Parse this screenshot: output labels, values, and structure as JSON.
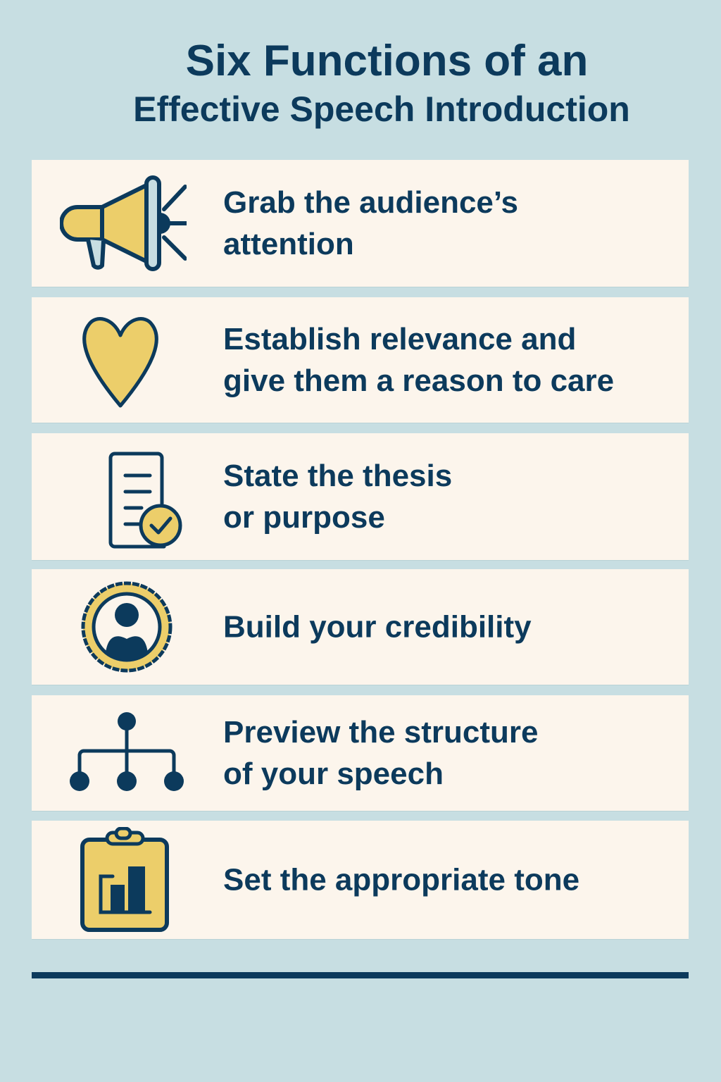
{
  "title": {
    "line1": "Six Functions of an",
    "line2": "Effective Speech Introduction"
  },
  "colors": {
    "background": "#c7dee2",
    "card": "#fcf5ec",
    "navy": "#0c3a5c",
    "gold": "#ecce6a"
  },
  "functions": [
    {
      "icon": "megaphone-icon",
      "label": "Grab the audience’s\nattention"
    },
    {
      "icon": "heart-icon",
      "label": "Establish relevance and\ngive them a reason to care"
    },
    {
      "icon": "document-check-icon",
      "label": "State the thesis\nor purpose"
    },
    {
      "icon": "badge-person-icon",
      "label": "Build your credibility"
    },
    {
      "icon": "hierarchy-icon",
      "label": "Preview the structure\nof your speech"
    },
    {
      "icon": "clipboard-chart-icon",
      "label": "Set the appropriate tone"
    }
  ]
}
